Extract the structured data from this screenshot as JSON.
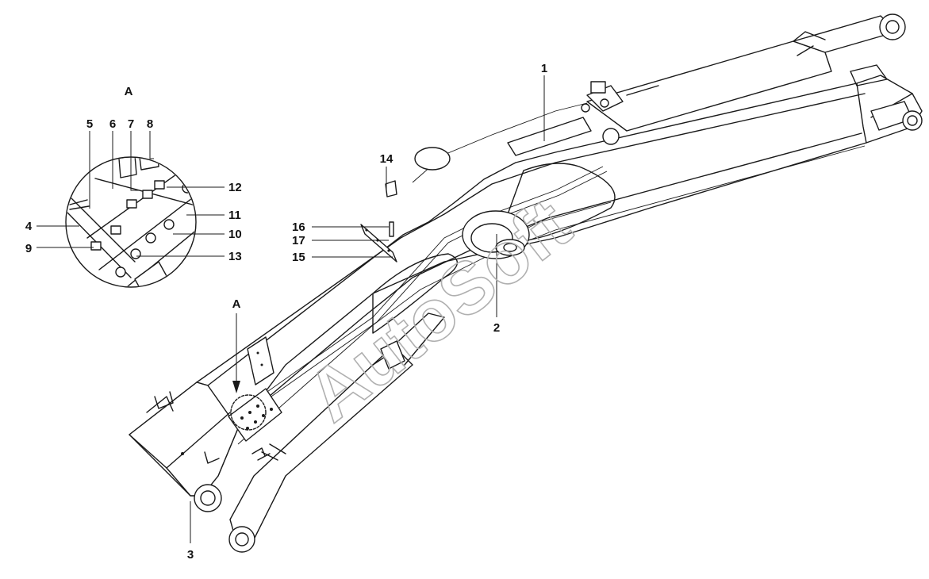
{
  "figure": {
    "view_label_detail": "A",
    "view_label_arrow": "A",
    "watermark": "AutoSoft"
  },
  "callouts": [
    "1",
    "2",
    "3",
    "4",
    "5",
    "6",
    "7",
    "8",
    "9",
    "10",
    "11",
    "12",
    "13",
    "14",
    "15",
    "16",
    "17"
  ]
}
